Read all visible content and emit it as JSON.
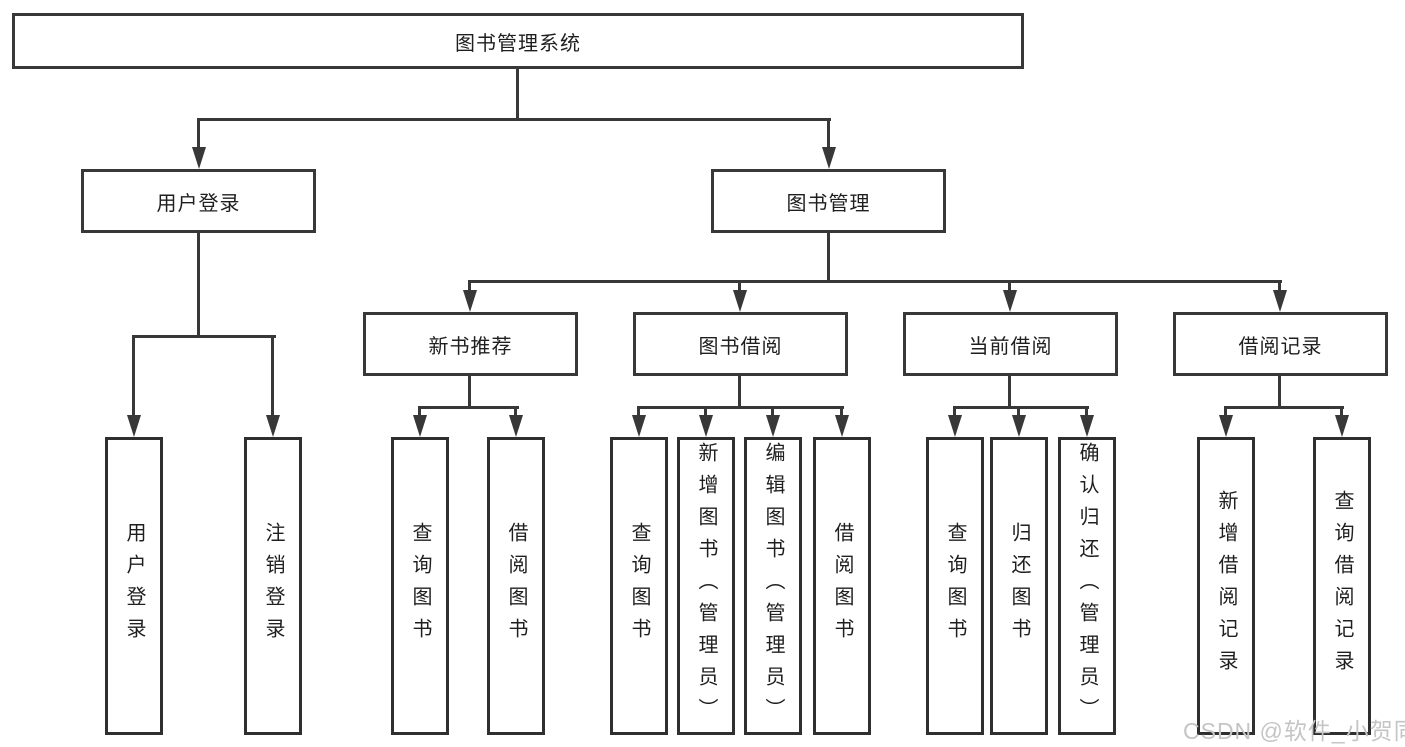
{
  "tree": {
    "label": "图书管理系统",
    "children": [
      {
        "label": "用户登录",
        "children": [
          {
            "label": "用户登录"
          },
          {
            "label": "注销登录"
          }
        ]
      },
      {
        "label": "图书管理",
        "children": [
          {
            "label": "新书推荐",
            "children": [
              {
                "label": "查询图书"
              },
              {
                "label": "借阅图书"
              }
            ]
          },
          {
            "label": "图书借阅",
            "children": [
              {
                "label": "查询图书"
              },
              {
                "label": "新增图书（管理员）"
              },
              {
                "label": "编辑图书（管理员）"
              },
              {
                "label": "借阅图书"
              }
            ]
          },
          {
            "label": "当前借阅",
            "children": [
              {
                "label": "查询图书"
              },
              {
                "label": "归还图书"
              },
              {
                "label": "确认归还（管理员）"
              }
            ]
          },
          {
            "label": "借阅记录",
            "children": [
              {
                "label": "新增借阅记录"
              },
              {
                "label": "查询借阅记录"
              }
            ]
          }
        ]
      }
    ]
  },
  "watermark": {
    "text": "CSDN @软件_小贺同学"
  },
  "colors": {
    "line": "#383838",
    "text": "#1f1f1f",
    "watermark": "#c5c5c5",
    "background": "#ffffff"
  }
}
